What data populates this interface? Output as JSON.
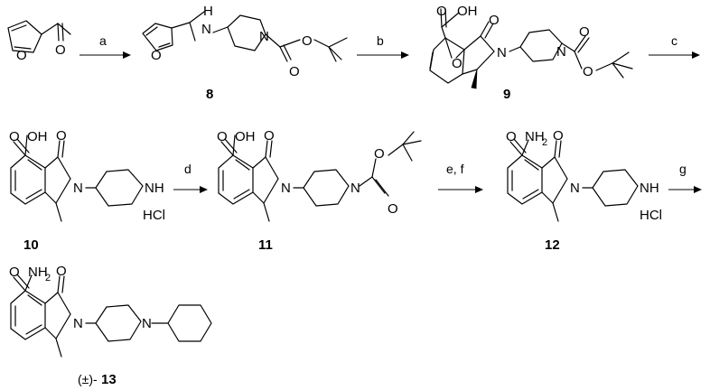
{
  "scheme": {
    "conditions": {
      "a": "a",
      "b": "b",
      "c": "c",
      "d": "d",
      "ef": "e, f",
      "g": "g"
    },
    "compounds": {
      "c8": "8",
      "c9": "9",
      "c10": "10",
      "c11": "11",
      "c12": "12",
      "c13_prefix": "(±)-",
      "c13": "13"
    },
    "atoms": {
      "O": "O",
      "OH": "OH",
      "N": "N",
      "H": "H",
      "NH": "NH",
      "NH2_main": "NH",
      "NH2_sub": "2",
      "HCl": "HCl"
    }
  }
}
